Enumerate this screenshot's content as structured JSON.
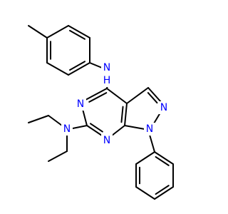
{
  "molecule": {
    "atom_color_n": "#0000ff",
    "bond_color": "#000000",
    "background": "#ffffff",
    "labels": {
      "n_amine": "N",
      "h_amine": "H",
      "n_ring_upper": "N",
      "n_ring_lower": "N",
      "n_pyrazole_2": "N",
      "n_pyrazole_1": "N",
      "n_diethyl": "N"
    }
  }
}
